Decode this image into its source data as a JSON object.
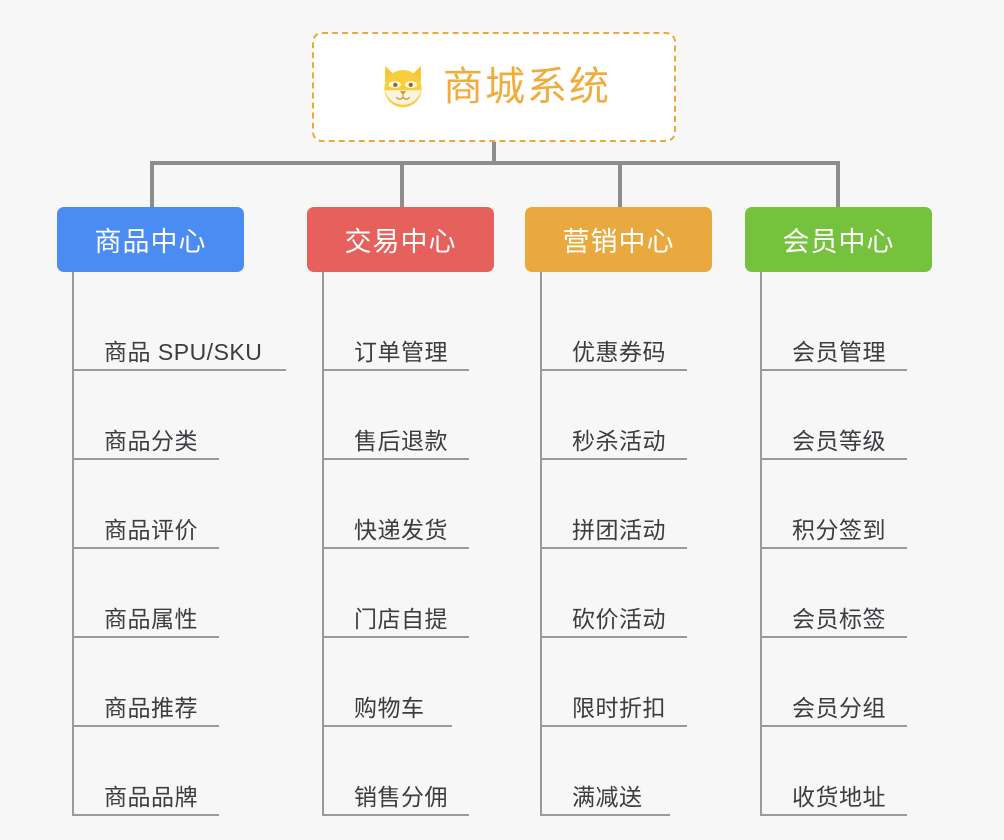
{
  "page": {
    "background_color": "#f7f7f7",
    "diagram_type": "org-tree"
  },
  "root": {
    "logo_icon": "shiba-dog-face-icon",
    "title": "商城系统",
    "text_color": "#f0ad3e",
    "border_color": "#e9a93f",
    "background_color": "#ffffff"
  },
  "connector_color": "#8d8d8d",
  "branches": [
    {
      "label": "商品中心",
      "color": "#4a8cf2",
      "leaves": [
        {
          "label": "商品 SPU/SKU",
          "width": "xl"
        },
        {
          "label": "商品分类",
          "width": "md"
        },
        {
          "label": "商品评价",
          "width": "md"
        },
        {
          "label": "商品属性",
          "width": "md"
        },
        {
          "label": "商品推荐",
          "width": "md"
        },
        {
          "label": "商品品牌",
          "width": "md"
        }
      ]
    },
    {
      "label": "交易中心",
      "color": "#e6605c",
      "leaves": [
        {
          "label": "订单管理",
          "width": "md"
        },
        {
          "label": "售后退款",
          "width": "md"
        },
        {
          "label": "快递发货",
          "width": "md"
        },
        {
          "label": "门店自提",
          "width": "md"
        },
        {
          "label": "购物车",
          "width": "sm"
        },
        {
          "label": "销售分佣",
          "width": "md"
        }
      ]
    },
    {
      "label": "营销中心",
      "color": "#e9a93f",
      "leaves": [
        {
          "label": "优惠券码",
          "width": "md"
        },
        {
          "label": "秒杀活动",
          "width": "md"
        },
        {
          "label": "拼团活动",
          "width": "md"
        },
        {
          "label": "砍价活动",
          "width": "md"
        },
        {
          "label": "限时折扣",
          "width": "md"
        },
        {
          "label": "满减送",
          "width": "sm"
        }
      ]
    },
    {
      "label": "会员中心",
      "color": "#76c13e",
      "leaves": [
        {
          "label": "会员管理",
          "width": "md"
        },
        {
          "label": "会员等级",
          "width": "md"
        },
        {
          "label": "积分签到",
          "width": "md"
        },
        {
          "label": "会员标签",
          "width": "md"
        },
        {
          "label": "会员分组",
          "width": "md"
        },
        {
          "label": "收货地址",
          "width": "md"
        }
      ]
    }
  ]
}
